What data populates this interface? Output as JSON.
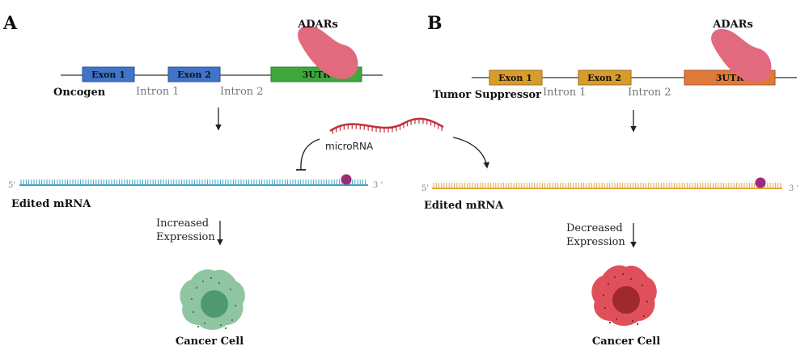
{
  "panels": {
    "a": {
      "panel_label": "A",
      "enzyme": "ADARs",
      "gene": "Oncogen",
      "exon1": "Exon 1",
      "exon2": "Exon 2",
      "utr": "3UTR",
      "intron1": "Intron 1",
      "intron2": "Intron 2",
      "five_prime": "5'",
      "three_prime": "3 '",
      "mrna": "Edited mRNA",
      "expression_line1": "Increased",
      "expression_line2": "Expression",
      "cell": "Cancer Cell"
    },
    "b": {
      "panel_label": "B",
      "enzyme": "ADARs",
      "gene": "Tumor Suppressor",
      "exon1": "Exon 1",
      "exon2": "Exon 2",
      "utr": "3UTR",
      "intron1": "Intron 1",
      "intron2": "Intron 2",
      "five_prime": "5'",
      "three_prime": "3 '",
      "mrna": "Edited mRNA",
      "expression_line1": "Decreased",
      "expression_line2": "Expression",
      "cell": "Cancer Cell"
    }
  },
  "mirna": {
    "label": "microRNA"
  },
  "colors": {
    "exon_a": "#3f74c9",
    "utr_a": "#3ea83e",
    "exon_b": "#d89c2a",
    "utr_b": "#e07a3a",
    "enzyme": "#e26a7e",
    "mrna_a": "#3aa3c4",
    "mrna_b": "#e2a93a",
    "mirna": "#c0303a",
    "edit_site": "#9b2c7a",
    "cell_a": "#8fc6a1",
    "cell_a_nucleus": "#4f9a72",
    "cell_b": "#e0505a",
    "cell_b_nucleus": "#9e2a2e"
  }
}
